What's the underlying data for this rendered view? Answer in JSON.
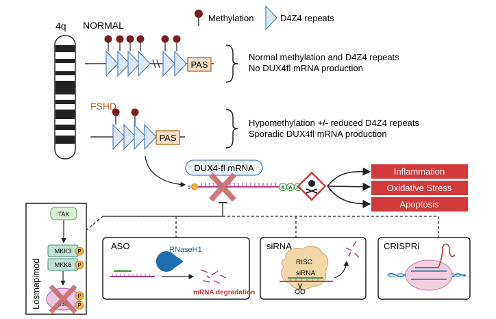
{
  "legend": {
    "methylation_label": "Methylation",
    "repeats_label": "D4Z4 repeats"
  },
  "chromosome": {
    "label": "4q"
  },
  "normal": {
    "title": "NORMAL",
    "pas_label": "PAS",
    "line1": "Normal methylation and D4Z4 repeats",
    "line2": "No DUX4fl mRNA production"
  },
  "fshd": {
    "title": "FSHD",
    "pas_label": "PAS",
    "line1": "Hypomethylation +/- reduced D4Z4 repeats",
    "line2": "Sporadic DUX4fl mRNA production"
  },
  "mrna": {
    "title": "DUX4-fl mRNA",
    "five_prime": "5'",
    "poly_a": [
      "A",
      "A",
      "A"
    ]
  },
  "outcomes": [
    "Inflammation",
    "Oxidative Stress",
    "Apoptosis"
  ],
  "losmapimod": {
    "title": "Losmapimod",
    "tak": "TAK",
    "mkk3": "MKK3",
    "mkk6": "MKK6",
    "p38": "p38",
    "phospho": "P"
  },
  "aso": {
    "title": "ASO",
    "enzyme": "RNaseH1",
    "result": "mRNA degradation"
  },
  "sirna": {
    "title": "siRNA",
    "complex": "RISC",
    "guide": "siRNA"
  },
  "crispri": {
    "title": "CRISPRi"
  },
  "colors": {
    "methyl": "#7b1e1e",
    "repeat_fill": "#dbe9f7",
    "repeat_stroke": "#4d7fb8",
    "pas_fill": "#f6e0cc",
    "pas_stroke": "#b5651d",
    "outcome": "#d23a3a",
    "cross": "#c96b6b",
    "fshd_title": "#b5651d",
    "rna": "#b23c8e",
    "degradation": "#c0392b"
  }
}
